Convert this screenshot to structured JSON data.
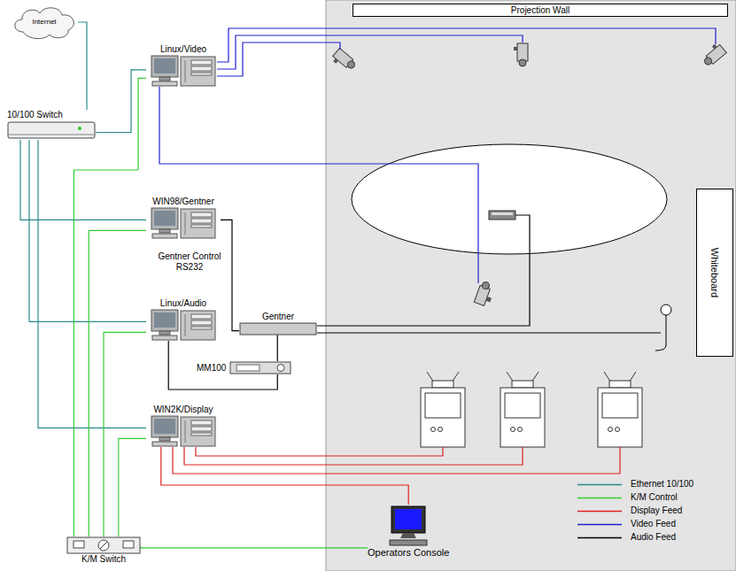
{
  "diagram": {
    "nodes": [
      {
        "text": [
          "Internet"
        ]
      },
      {
        "text": [
          "10/100 Switch"
        ]
      },
      {
        "text": [
          "Linux/Video"
        ]
      },
      {
        "text": [
          "WIN98/Gentner"
        ]
      },
      {
        "text": [
          "Linux/Audio"
        ]
      },
      {
        "text": [
          "Gentner"
        ]
      },
      {
        "text": [
          "MM100"
        ]
      },
      {
        "text": [
          "WIN2K/Display"
        ]
      },
      {
        "text": [
          "K/M Switch"
        ]
      },
      {
        "text": [
          "Operators Console"
        ]
      },
      {
        "text": [
          "Projection Wall"
        ]
      },
      {
        "text": [
          "Whiteboard"
        ]
      }
    ],
    "edges": [
      {
        "from": 0,
        "to": 1,
        "arrow": "none"
      },
      {
        "from": 1,
        "to": 2,
        "arrow": "none"
      },
      {
        "from": 1,
        "to": 3,
        "arrow": "none"
      },
      {
        "from": 1,
        "to": 4,
        "arrow": "none"
      },
      {
        "from": 1,
        "to": 7,
        "arrow": "none"
      },
      {
        "from": 8,
        "to": 2,
        "arrow": "none"
      },
      {
        "from": 8,
        "to": 3,
        "arrow": "none"
      },
      {
        "from": 8,
        "to": 4,
        "arrow": "none"
      },
      {
        "from": 8,
        "to": 7,
        "arrow": "none"
      },
      {
        "from": 8,
        "to": 9,
        "arrow": "none"
      },
      {
        "from": 7,
        "to": 9,
        "arrow": "none"
      },
      {
        "from": 3,
        "to": 5,
        "label": "Gentner Control RS232",
        "arrow": "none"
      },
      {
        "from": 4,
        "to": 6,
        "arrow": "none"
      },
      {
        "from": 5,
        "to": 6,
        "arrow": "none"
      }
    ],
    "legend": [
      {
        "text": "Ethernet 10/100"
      },
      {
        "text": "K/M Control"
      },
      {
        "text": "Display Feed"
      },
      {
        "text": "Video Feed"
      },
      {
        "text": "Audio Feed"
      }
    ]
  }
}
